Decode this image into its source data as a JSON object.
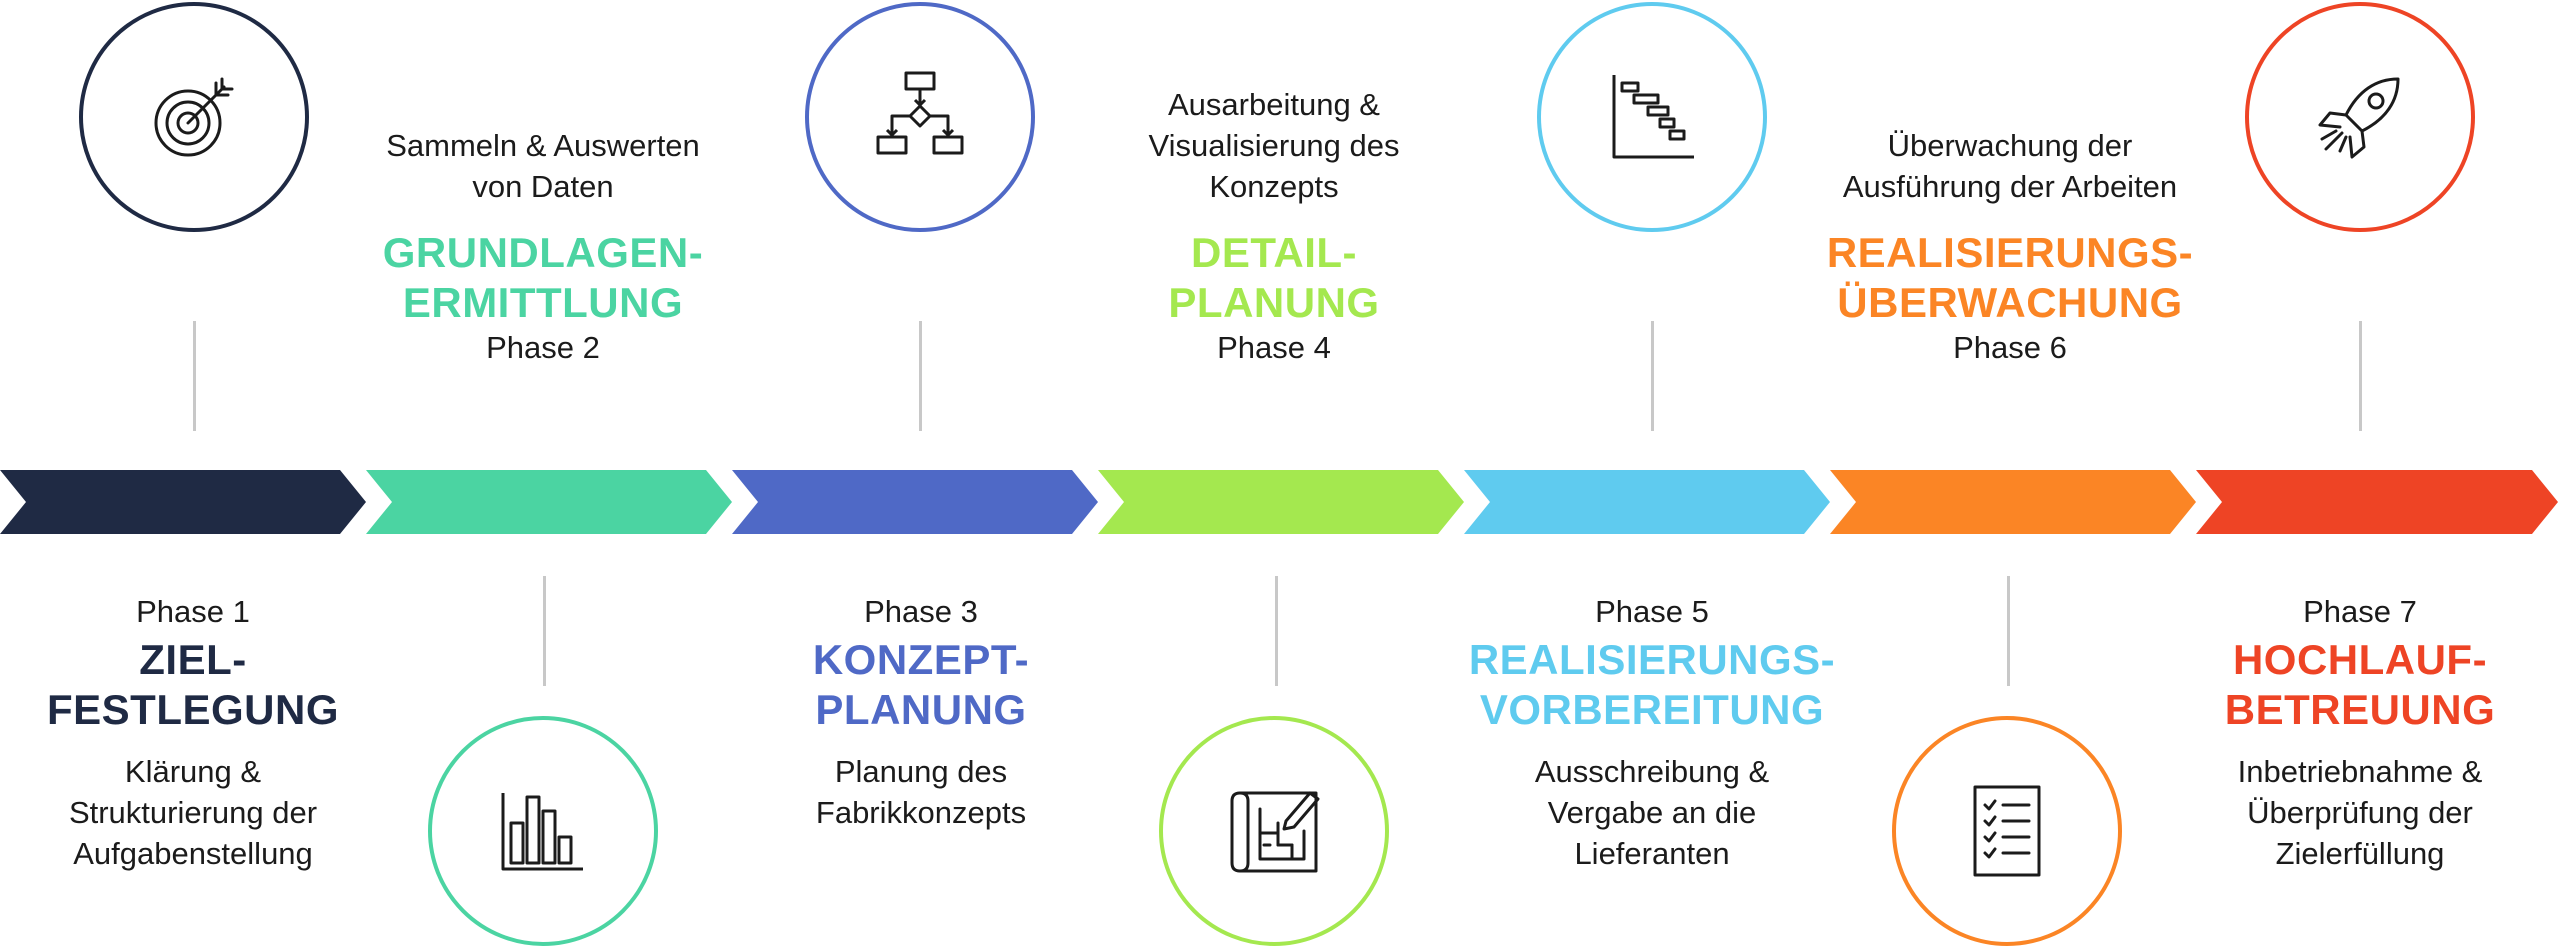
{
  "colors": {
    "phase1": "#1f2a44",
    "phase2": "#4bd4a2",
    "phase3": "#4f69c6",
    "phase4": "#a4e84f",
    "phase5": "#5fcbef",
    "phase6": "#fb8525",
    "phase7": "#ee4425"
  },
  "phases": [
    {
      "phase_label": "Phase 1",
      "title_line1": "ZIEL-",
      "title_line2": "FESTLEGUNG",
      "desc_lines": [
        "Klärung &",
        "Strukturierung der",
        "Aufgabenstellung"
      ],
      "icon": "target-icon"
    },
    {
      "phase_label": "Phase 2",
      "title_line1": "GRUNDLAGEN-",
      "title_line2": "ERMITTLUNG",
      "desc_lines": [
        "Sammeln & Auswerten",
        "von Daten"
      ],
      "icon": "bar-chart-icon"
    },
    {
      "phase_label": "Phase 3",
      "title_line1": "KONZEPT-",
      "title_line2": "PLANUNG",
      "desc_lines": [
        "Planung des",
        "Fabrikkonzepts"
      ],
      "icon": "flowchart-icon"
    },
    {
      "phase_label": "Phase 4",
      "title_line1": "DETAIL-",
      "title_line2": "PLANUNG",
      "desc_lines": [
        "Ausarbeitung &",
        "Visualisierung des",
        "Konzepts"
      ],
      "icon": "blueprint-icon"
    },
    {
      "phase_label": "Phase 5",
      "title_line1": "REALISIERUNGS-",
      "title_line2": "VORBEREITUNG",
      "desc_lines": [
        "Ausschreibung &",
        "Vergabe an die",
        "Lieferanten"
      ],
      "icon": "gantt-chart-icon"
    },
    {
      "phase_label": "Phase 6",
      "title_line1": "REALISIERUNGS-",
      "title_line2": "ÜBERWACHUNG",
      "desc_lines": [
        "Überwachung der",
        "Ausführung der Arbeiten"
      ],
      "icon": "checklist-icon"
    },
    {
      "phase_label": "Phase 7",
      "title_line1": "HOCHLAUF-",
      "title_line2": "BETREUUNG",
      "desc_lines": [
        "Inbetriebnahme &",
        "Überprüfung der",
        "Zielerfüllung"
      ],
      "icon": "rocket-icon"
    }
  ]
}
